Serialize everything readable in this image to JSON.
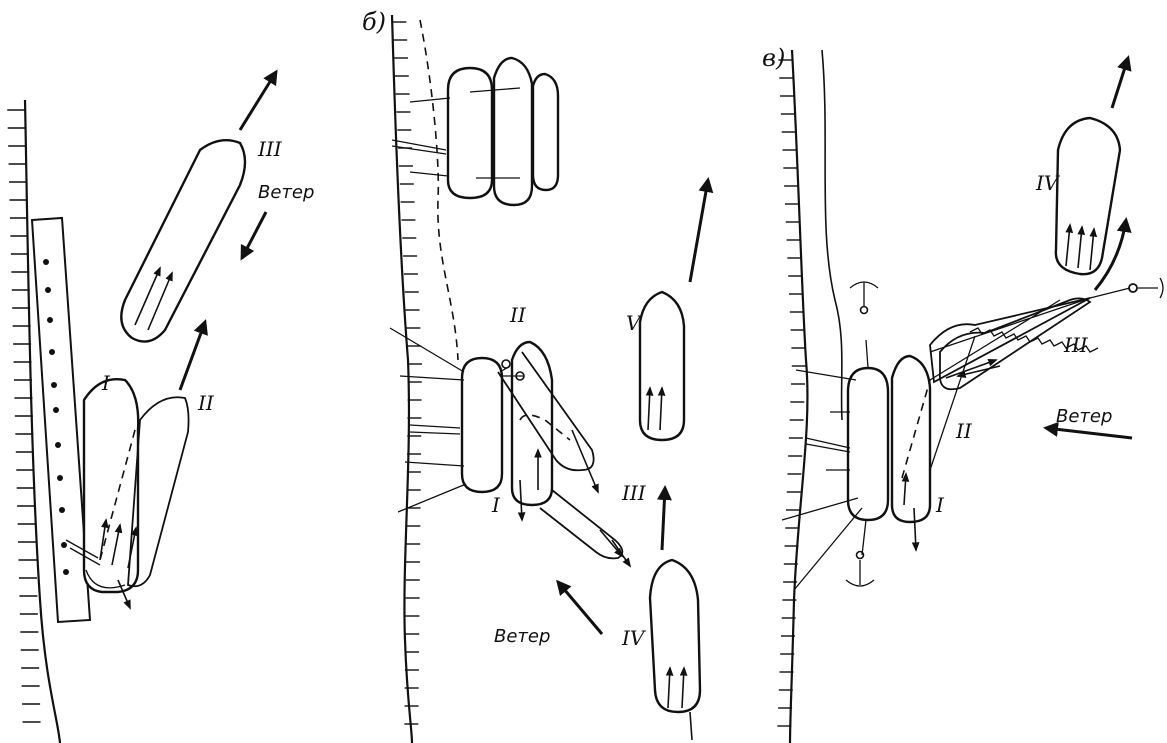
{
  "panels": {
    "b": {
      "letter": "б)"
    },
    "v": {
      "letter": "в)"
    }
  },
  "labels": {
    "a_I": "I",
    "a_II": "II",
    "a_III": "III",
    "b_I": "I",
    "b_II": "II",
    "b_III": "III",
    "b_IV": "IV",
    "b_V": "V",
    "v_I": "I",
    "v_II": "II",
    "v_III": "III",
    "v_IV": "IV"
  },
  "wind": {
    "a": "Ветер",
    "b": "Ветер",
    "v": "Ветер"
  },
  "colors": {
    "ink": "#111111",
    "paper": "#ffffff"
  }
}
